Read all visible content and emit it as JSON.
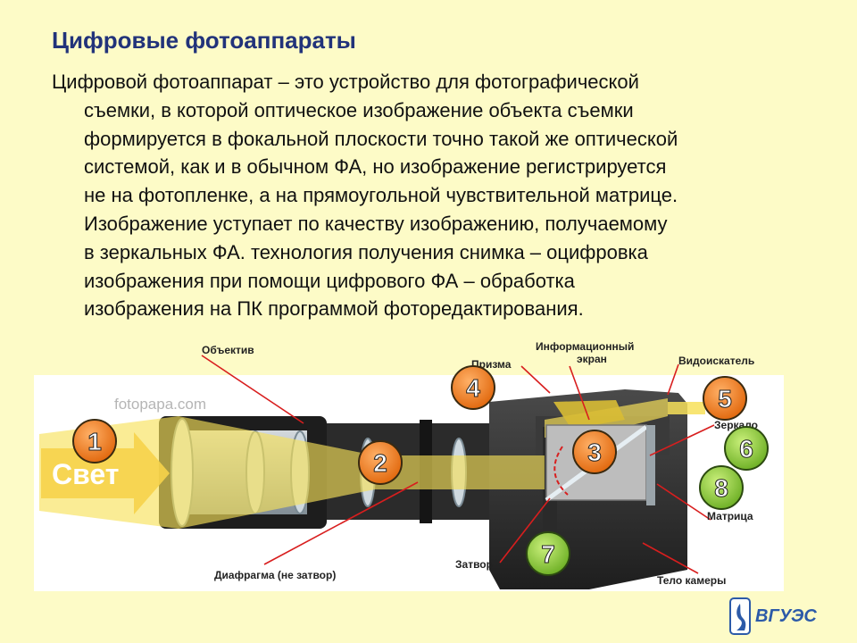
{
  "slide": {
    "title": "Цифровые фотоаппараты",
    "body_lines": [
      "Цифровой фотоаппарат – это устройство для фотографической",
      "съемки, в которой оптическое изображение объекта съемки",
      "формируется в фокальной плоскости точно такой же оптической",
      "системой, как и в обычном ФА, но изображение регистрируется",
      "не на фотопленке, а на прямоугольной чувствительной матрице.",
      "Изображение уступает по качеству изображению, получаемому",
      "в зеркальных ФА.   технология получения снимка – оцифровка",
      "изображения при помощи цифрового ФА – обработка",
      "изображения на ПК программой фоторедактирования."
    ]
  },
  "diagram": {
    "watermark": "fotopapa.com",
    "light_label": "Свет",
    "labels": {
      "lens": "Объектив",
      "info_screen_line1": "Информационный",
      "info_screen_line2": "экран",
      "prism": "Призма",
      "viewfinder": "Видоискатель",
      "mirror": "Зеркало",
      "sensor": "Матрица",
      "aperture": "Диафрагма (не затвор)",
      "shutter": "Затвор",
      "body": "Тело камеры"
    },
    "markers": [
      "1",
      "2",
      "3",
      "4",
      "5",
      "6",
      "7",
      "8"
    ],
    "colors": {
      "orange_marker": "#f07a14",
      "green_marker": "#8ecb3c",
      "light_beam": "#f7e15a",
      "callout_line": "#d81e1e"
    }
  },
  "logo": {
    "text": "ВГУЭС",
    "icon": "university-emblem-icon"
  }
}
